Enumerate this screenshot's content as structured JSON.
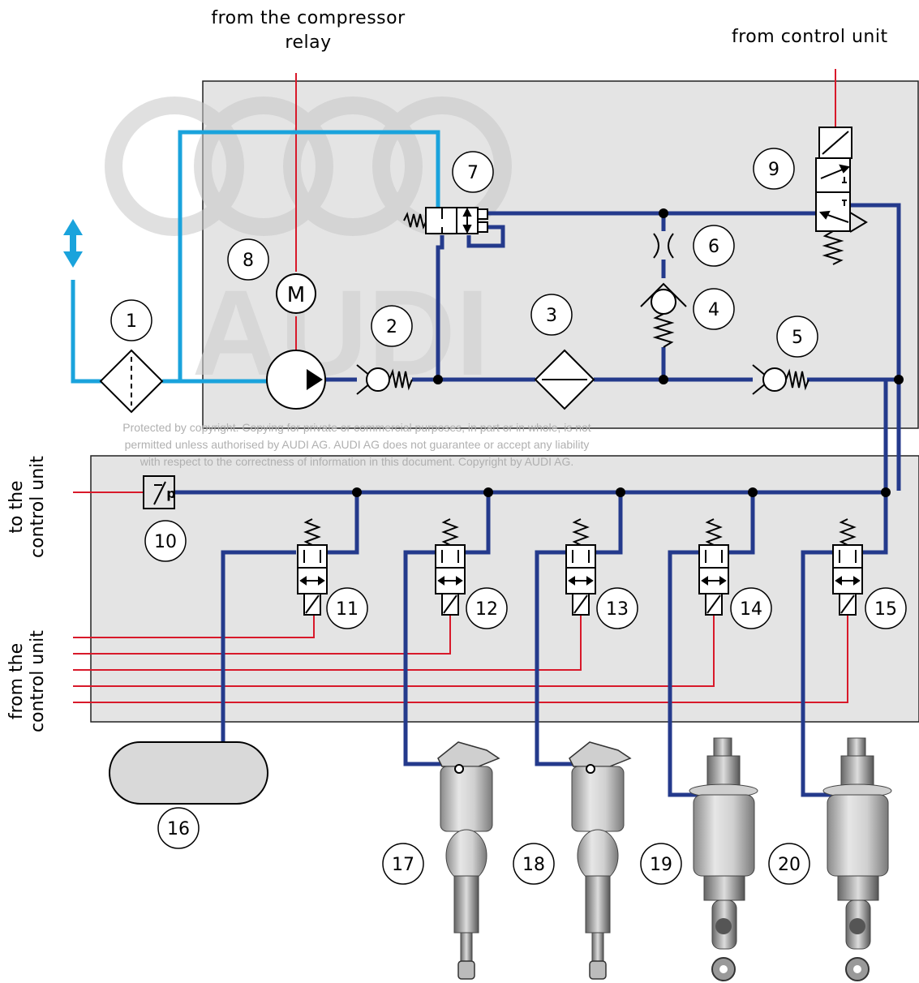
{
  "labels": {
    "compressor_relay": [
      "from the compressor",
      "relay"
    ],
    "from_control_unit_top": "from control unit",
    "to_control_unit": [
      "to the",
      "control unit"
    ],
    "from_control_unit_left": [
      "from the",
      "control unit"
    ]
  },
  "copyright_notice": [
    "Protected by copyright. Copying for private or commercial purposes, in part or in whole, is not",
    "permitted unless authorised by AUDI AG. AUDI AG does not guarantee or accept any liability",
    "with respect to the correctness of information in this document. Copyright by AUDI AG."
  ],
  "watermark_text": "AUDI",
  "component_numbers": [
    "1",
    "2",
    "3",
    "4",
    "5",
    "6",
    "7",
    "8",
    "9",
    "10",
    "11",
    "12",
    "13",
    "14",
    "15",
    "16",
    "17",
    "18",
    "19",
    "20"
  ],
  "motor_symbol": "M",
  "pressure_sensor_symbol": "p",
  "colors": {
    "pressure_line": "#243a8c",
    "intake_line": "#1aa3dc",
    "electrical": "#d8192a",
    "panel_fill": "#e4e4e4",
    "panel_border": "#222222"
  }
}
